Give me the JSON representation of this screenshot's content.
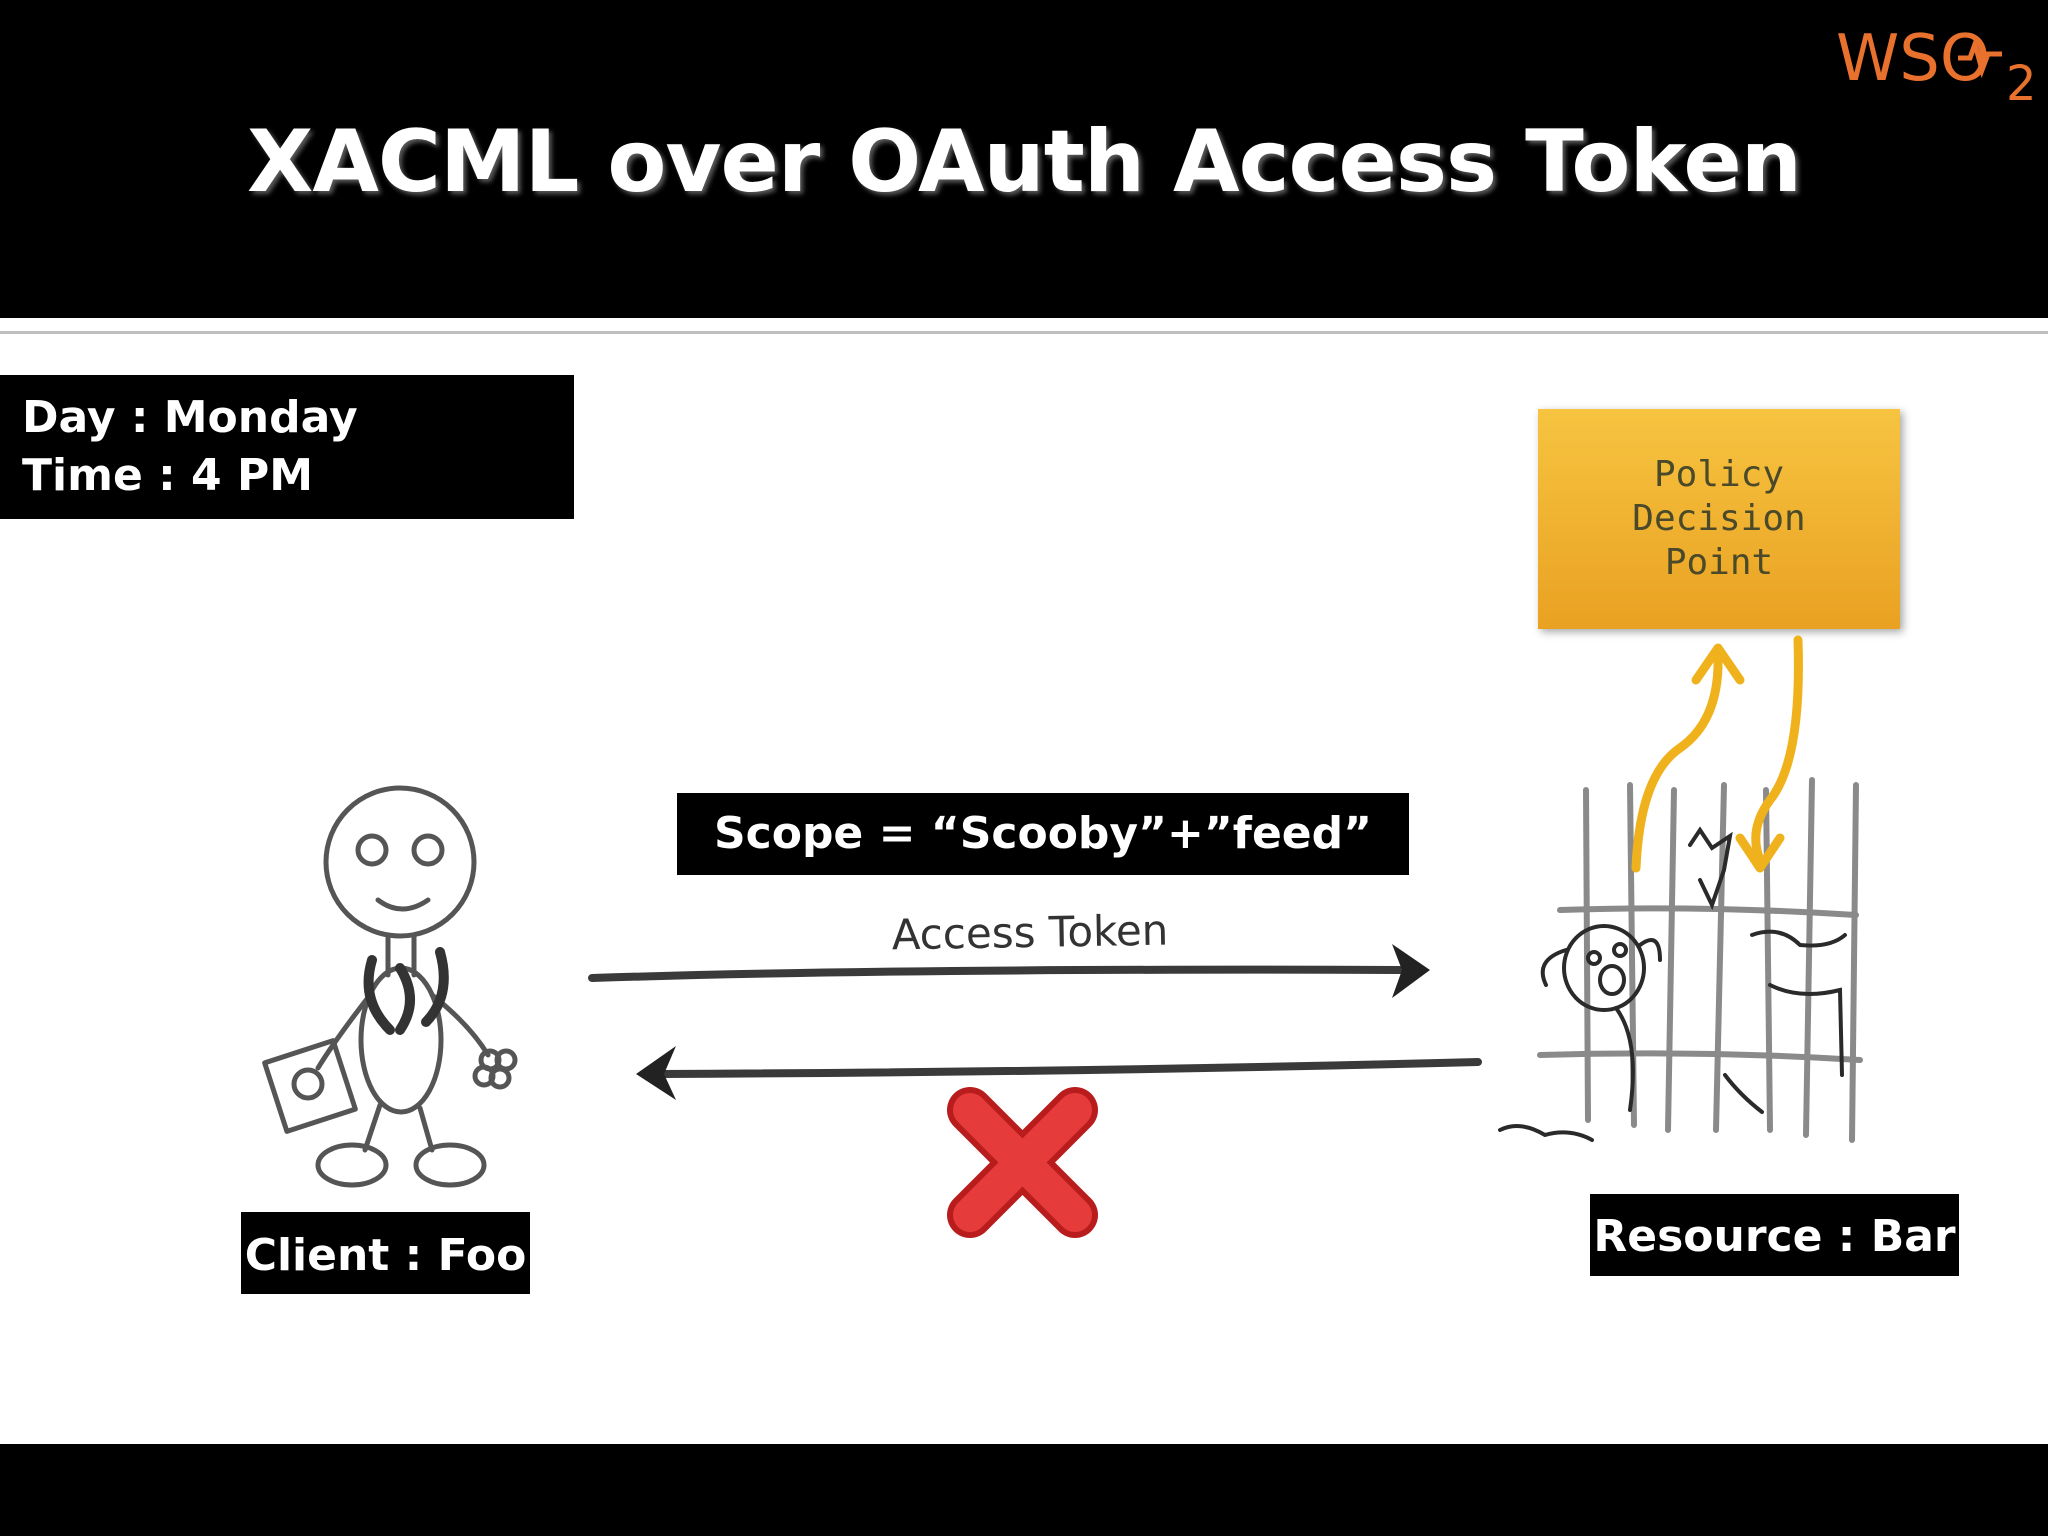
{
  "slide": {
    "title": "XACML over OAuth Access Token",
    "logo": {
      "text": "WSO",
      "subscript": "2",
      "brand_color": "#e8712d"
    },
    "info_box": {
      "day": "Day : Monday",
      "time": "Time : 4 PM"
    },
    "scope_label": "Scope = “Scooby”+”feed”",
    "arrow_label": "Access Token",
    "client_label": "Client : Foo",
    "resource_label": "Resource : Bar",
    "pdp": {
      "line1": "Policy",
      "line2": "Decision",
      "line3": "Point",
      "color": "#f0b030"
    },
    "denied_icon": "red-x-icon",
    "client_figure": "stick-figure-person",
    "resource_figure": "dogs-in-cage"
  }
}
